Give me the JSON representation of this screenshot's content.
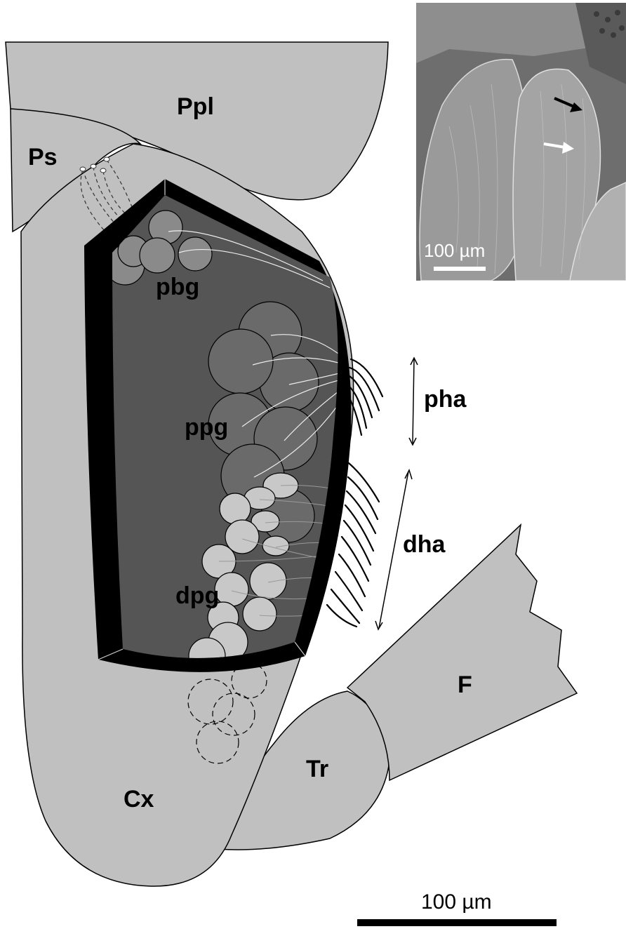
{
  "labels": {
    "ppl": "Ppl",
    "ps": "Ps",
    "pbg": "pbg",
    "ppg": "ppg",
    "dpg": "dpg",
    "pha": "pha",
    "dha": "dha",
    "cx": "Cx",
    "tr": "Tr",
    "f": "F"
  },
  "scale_bar": {
    "label": "100 µm"
  },
  "inset": {
    "scale_label": "100 µm"
  },
  "colors": {
    "sclerite_fill": "#c0c0c0",
    "gland_area": "#555555",
    "gland_cell_dark": "#7a7a7a",
    "gland_cell_light": "#c8c8c8",
    "cuticle": "#000000",
    "sem_background": "#6e6e6e"
  }
}
